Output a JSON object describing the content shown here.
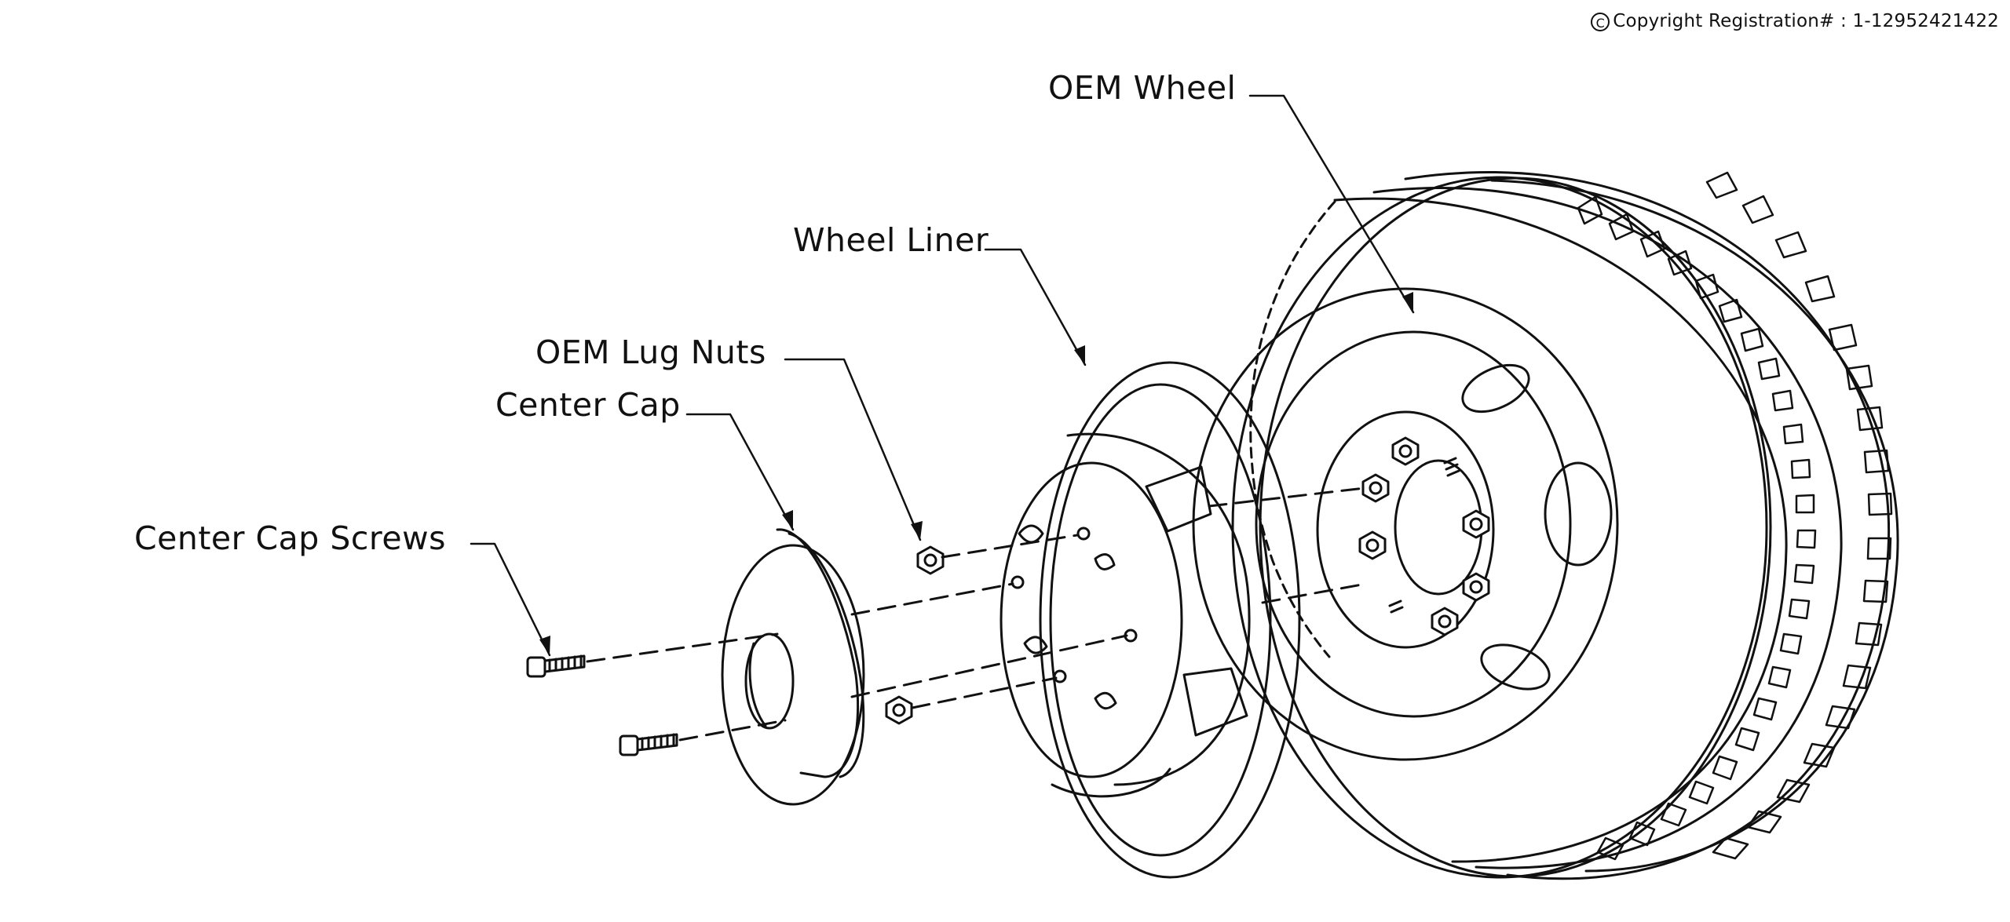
{
  "copyright": {
    "symbol": "C",
    "text": "Copyright Registration# : 1-12952421422"
  },
  "labels": {
    "oem_wheel": "OEM Wheel",
    "wheel_liner": "Wheel Liner",
    "oem_lug_nuts": "OEM Lug Nuts",
    "center_cap": "Center Cap",
    "center_cap_screws": "Center Cap Screws"
  },
  "icons": {
    "tire": "tire-icon",
    "wheel": "wheel-icon",
    "liner": "wheel-liner-icon",
    "lug_nut": "lug-nut-icon",
    "cap": "center-cap-icon",
    "screw": "screw-icon"
  }
}
